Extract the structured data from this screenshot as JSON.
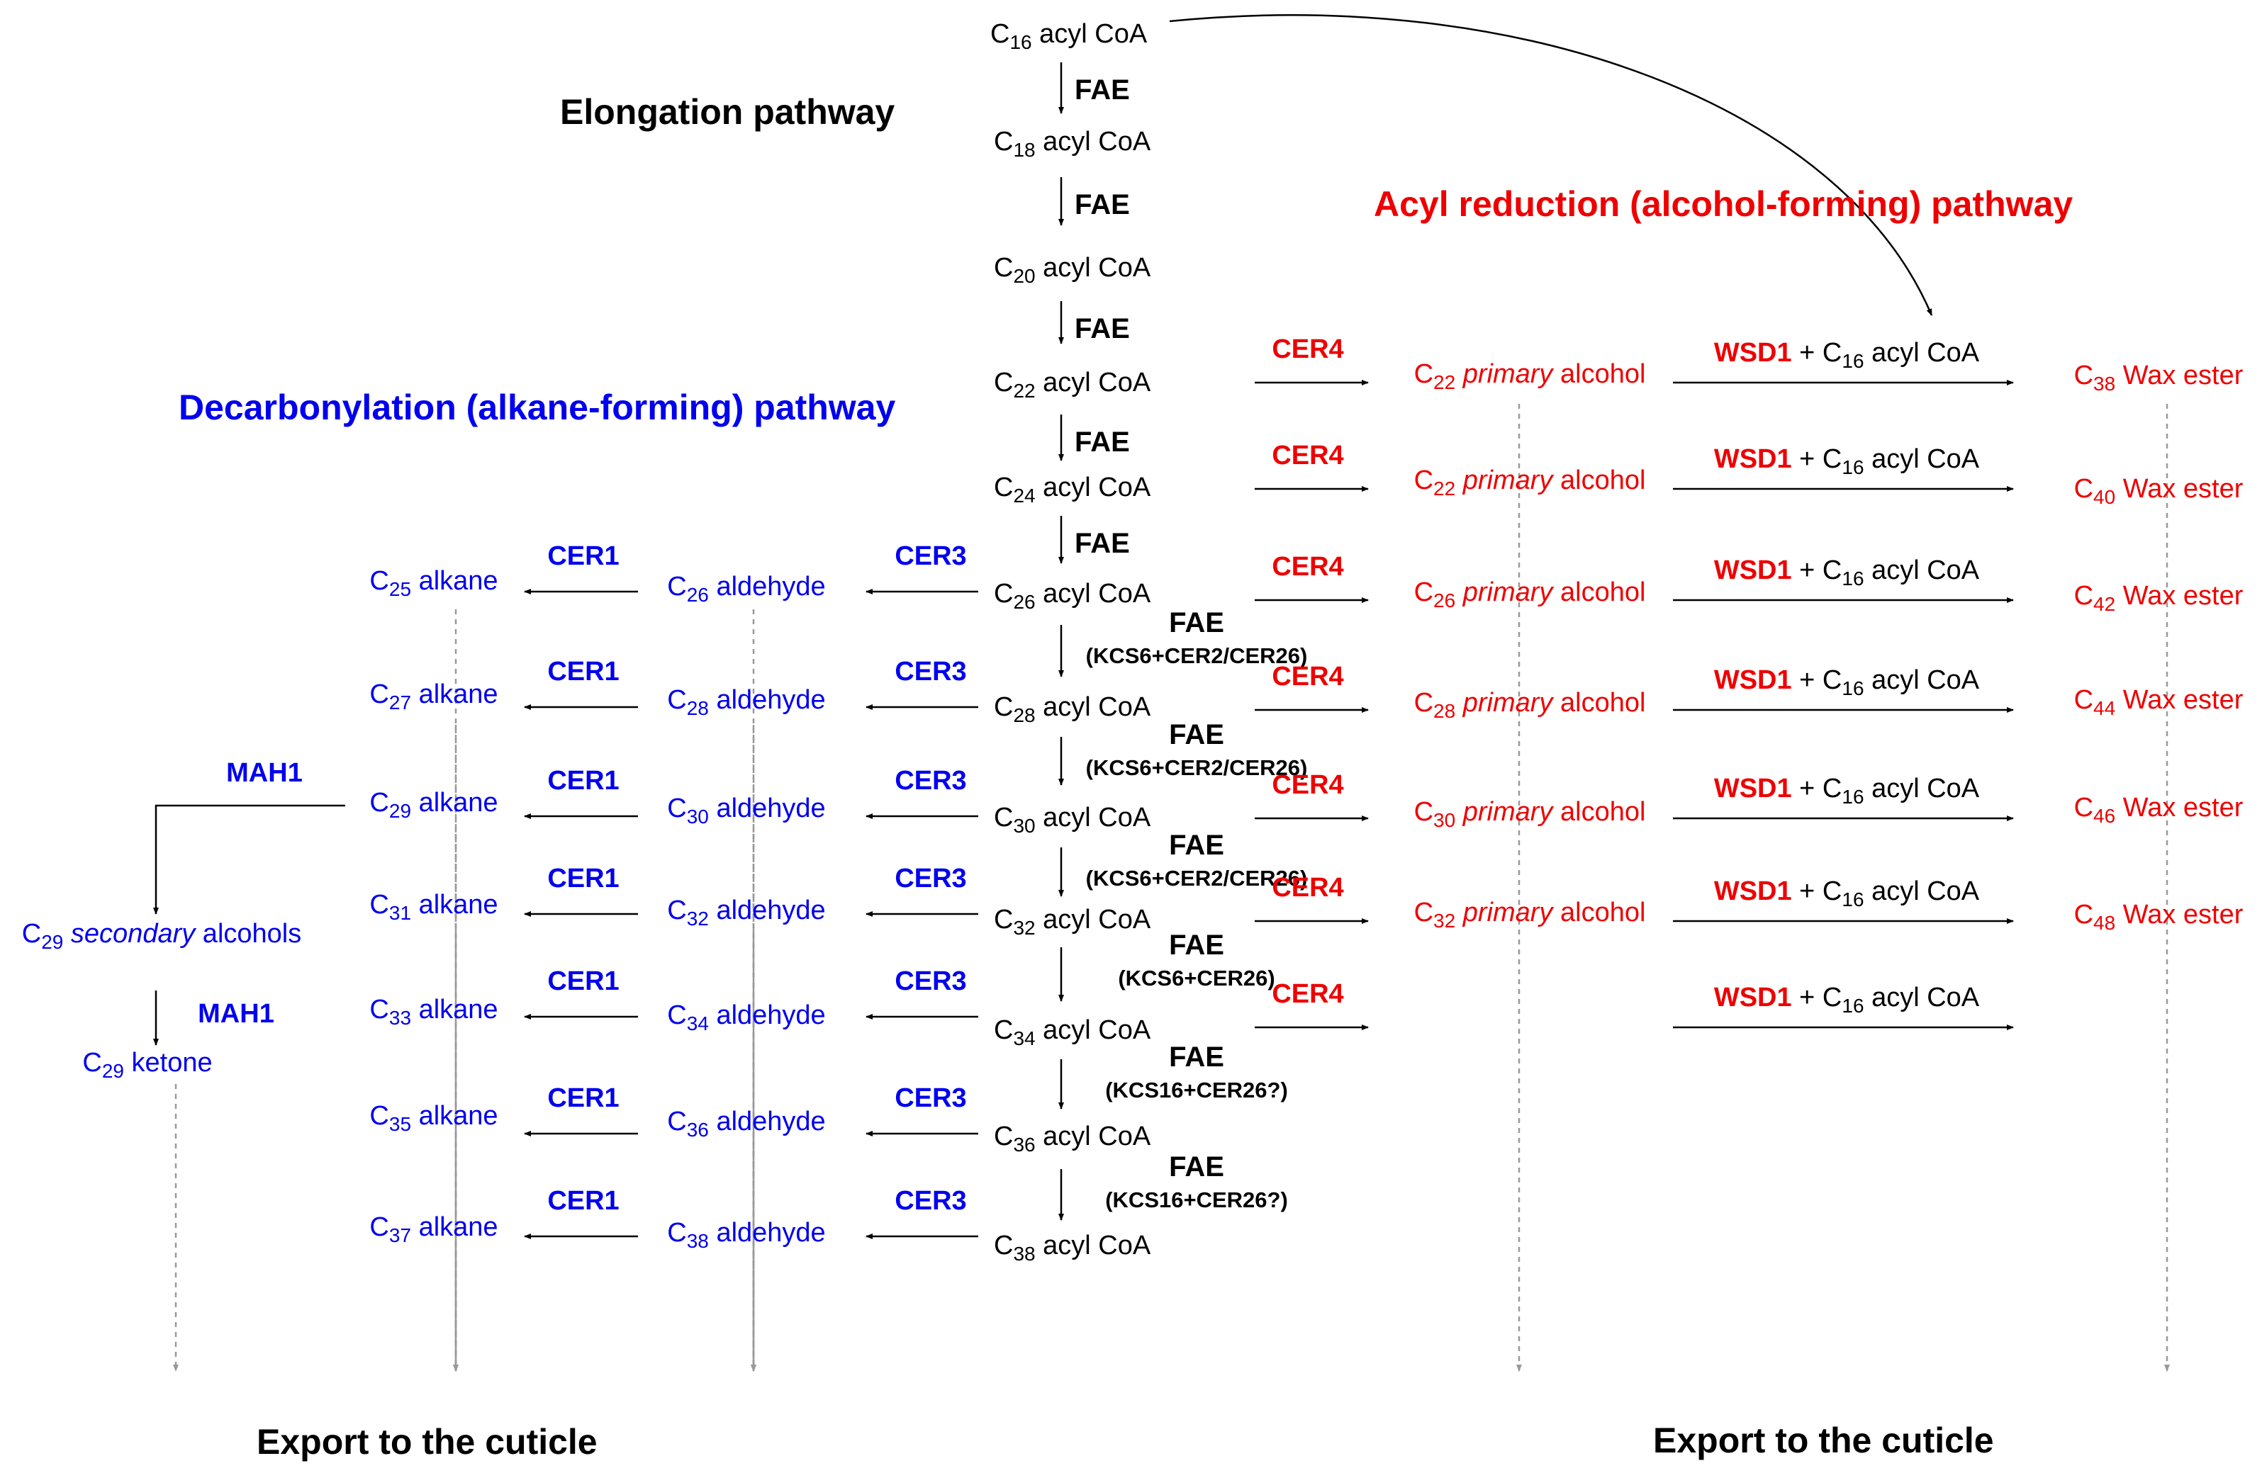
{
  "colors": {
    "elongation": "#000000",
    "alkane": "#0000ee",
    "alcohol": "#ee0000",
    "export_arrow": "#999999"
  },
  "titles": {
    "elongation": "Elongation  pathway",
    "alkane": "Decarbonylation (alkane-forming) pathway",
    "alcohol": "Acyl reduction (alcohol-forming) pathway",
    "export_left": "Export to the cuticle",
    "export_right": "Export to the cuticle"
  },
  "start": {
    "c": "C",
    "n": "16",
    "t": " acyl CoA"
  },
  "acyl": [
    {
      "c": "C",
      "n": "18",
      "t": " acyl CoA"
    },
    {
      "c": "C",
      "n": "20",
      "t": " acyl CoA"
    },
    {
      "c": "C",
      "n": "22",
      "t": " acyl CoA"
    },
    {
      "c": "C",
      "n": "24",
      "t": " acyl CoA"
    },
    {
      "c": "C",
      "n": "26",
      "t": " acyl CoA"
    },
    {
      "c": "C",
      "n": "28",
      "t": " acyl CoA"
    },
    {
      "c": "C",
      "n": "30",
      "t": " acyl CoA"
    },
    {
      "c": "C",
      "n": "32",
      "t": " acyl CoA"
    },
    {
      "c": "C",
      "n": "34",
      "t": " acyl CoA"
    },
    {
      "c": "C",
      "n": "36",
      "t": " acyl CoA"
    },
    {
      "c": "C",
      "n": "38",
      "t": " acyl CoA"
    }
  ],
  "fae": [
    {
      "label": "FAE",
      "sub": ""
    },
    {
      "label": "FAE",
      "sub": ""
    },
    {
      "label": "FAE",
      "sub": ""
    },
    {
      "label": "FAE",
      "sub": ""
    },
    {
      "label": "FAE",
      "sub": ""
    },
    {
      "label": "FAE",
      "sub": "(KCS6+CER2/CER26)"
    },
    {
      "label": "FAE",
      "sub": "(KCS6+CER2/CER26)"
    },
    {
      "label": "FAE",
      "sub": "(KCS6+CER2/CER26)"
    },
    {
      "label": "FAE",
      "sub": "(KCS6+CER26)"
    },
    {
      "label": "FAE",
      "sub": "(KCS16+CER26?)"
    },
    {
      "label": "FAE",
      "sub": "(KCS16+CER26?)"
    }
  ],
  "aldehydes": [
    {
      "c": "C",
      "n": "26",
      "t": " aldehyde"
    },
    {
      "c": "C",
      "n": "28",
      "t": " aldehyde"
    },
    {
      "c": "C",
      "n": "30",
      "t": " aldehyde"
    },
    {
      "c": "C",
      "n": "32",
      "t": " aldehyde"
    },
    {
      "c": "C",
      "n": "34",
      "t": " aldehyde"
    },
    {
      "c": "C",
      "n": "36",
      "t": " aldehyde"
    },
    {
      "c": "C",
      "n": "38",
      "t": " aldehyde"
    }
  ],
  "alkanes": [
    {
      "c": "C",
      "n": "25",
      "t": " alkane"
    },
    {
      "c": "C",
      "n": "27",
      "t": " alkane"
    },
    {
      "c": "C",
      "n": "29",
      "t": " alkane"
    },
    {
      "c": "C",
      "n": "31",
      "t": " alkane"
    },
    {
      "c": "C",
      "n": "33",
      "t": " alkane"
    },
    {
      "c": "C",
      "n": "35",
      "t": " alkane"
    },
    {
      "c": "C",
      "n": "37",
      "t": " alkane"
    }
  ],
  "cer3": "CER3",
  "cer1": "CER1",
  "mah1": "MAH1",
  "secondary": {
    "c": "C",
    "n": "29",
    "i": "secondary",
    "t": " alcohols"
  },
  "ketone": {
    "c": "C",
    "n": "29",
    "t": " ketone"
  },
  "cer4": "CER4",
  "alcohols": [
    {
      "c": "C",
      "n": "22",
      "i": "primary",
      "t": " alcohol"
    },
    {
      "c": "C",
      "n": "22",
      "i": "primary",
      "t": " alcohol"
    },
    {
      "c": "C",
      "n": "26",
      "i": "primary",
      "t": " alcohol"
    },
    {
      "c": "C",
      "n": "28",
      "i": "primary",
      "t": " alcohol"
    },
    {
      "c": "C",
      "n": "30",
      "i": "primary",
      "t": " alcohol"
    },
    {
      "c": "C",
      "n": "32",
      "i": "primary",
      "t": " alcohol"
    }
  ],
  "wsd1": {
    "label": "WSD1",
    "plus": " + C",
    "n": "16",
    "t": " acyl CoA"
  },
  "esters": [
    {
      "c": "C",
      "n": "38",
      "t": " Wax ester"
    },
    {
      "c": "C",
      "n": "40",
      "t": " Wax ester"
    },
    {
      "c": "C",
      "n": "42",
      "t": " Wax ester"
    },
    {
      "c": "C",
      "n": "44",
      "t": " Wax ester"
    },
    {
      "c": "C",
      "n": "46",
      "t": " Wax ester"
    },
    {
      "c": "C",
      "n": "48",
      "t": " Wax ester"
    }
  ]
}
